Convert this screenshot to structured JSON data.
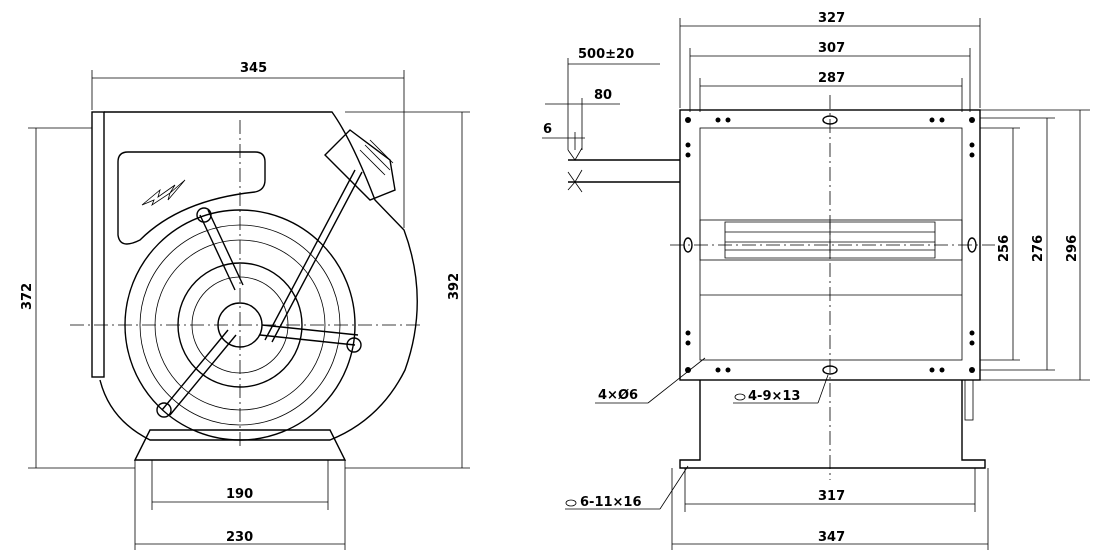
{
  "left_view": {
    "dim_width_top": "345",
    "dim_height_left": "372",
    "dim_height_right": "392",
    "dim_base_inner": "190",
    "dim_base_outer": "230"
  },
  "right_view": {
    "dim_top_1": "327",
    "dim_top_2": "307",
    "dim_top_3": "287",
    "dim_cable_length": "500±20",
    "dim_strip_80": "80",
    "dim_strip_6": "6",
    "dim_height_256": "256",
    "dim_height_276": "276",
    "dim_height_296": "296",
    "note_holes_4x6": "4×Ø6",
    "note_slots_4x9x13": "4-9×13",
    "note_slots_6x11x16": "6-11×16",
    "dim_base_317": "317",
    "dim_base_347": "347"
  }
}
